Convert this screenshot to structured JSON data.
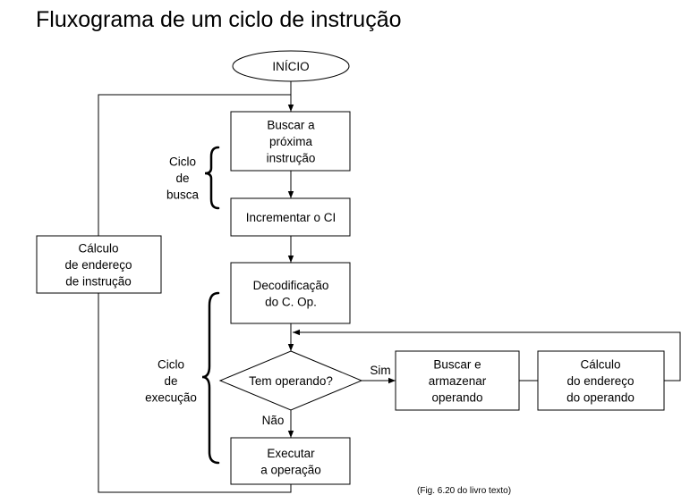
{
  "title": "Fluxograma de um ciclo de instrução",
  "nodes": {
    "inicio": [
      "INÍCIO"
    ],
    "buscar_instrucao": [
      "Buscar a",
      "próxima",
      "instrução"
    ],
    "incrementar_ci": [
      "Incrementar o CI"
    ],
    "decodificacao": [
      "Decodificação",
      "do C. Op."
    ],
    "tem_operando": [
      "Tem operando?"
    ],
    "buscar_operando": [
      "Buscar e",
      "armazenar",
      "operando"
    ],
    "calculo_endereco_operando": [
      "Cálculo",
      "do endereço",
      "do operando"
    ],
    "executar": [
      "Executar",
      "a operação"
    ],
    "calculo_endereco_instrucao": [
      "Cálculo",
      "de endereço",
      "de instrução"
    ]
  },
  "edge_labels": {
    "sim": "Sim",
    "nao": "Não"
  },
  "groups": {
    "ciclo_busca": [
      "Ciclo",
      "de",
      "busca"
    ],
    "ciclo_execucao": [
      "Ciclo",
      "de",
      "execução"
    ]
  },
  "caption": "(Fig. 6.20 do livro texto)"
}
